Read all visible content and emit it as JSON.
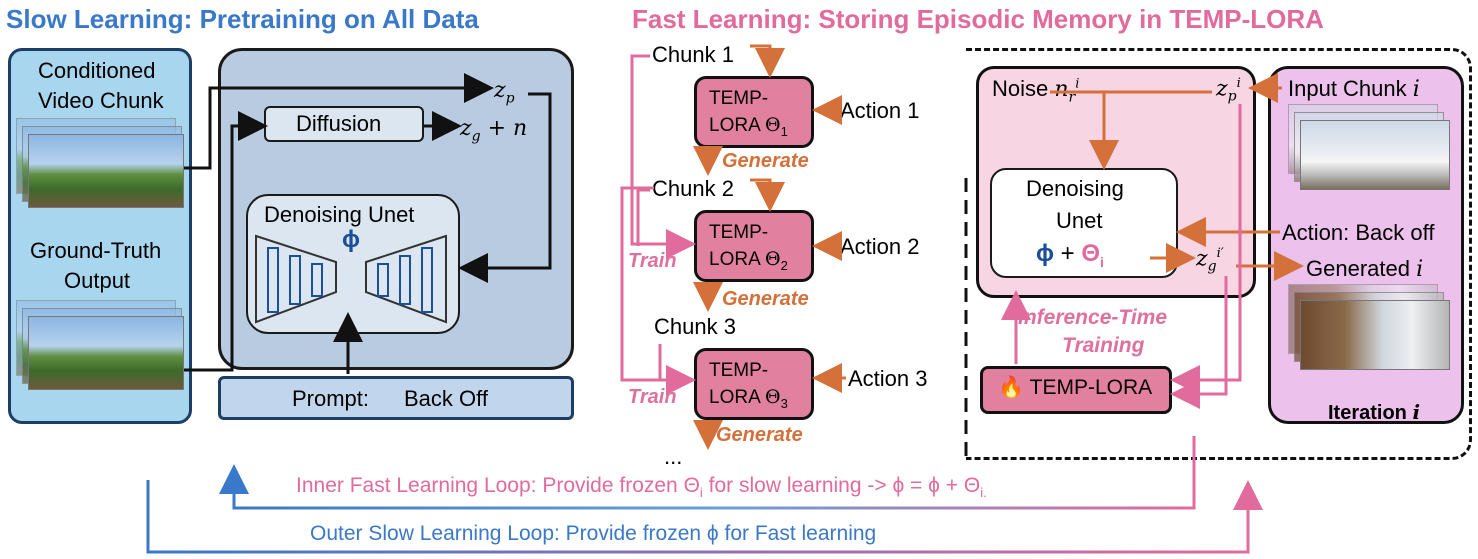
{
  "titles": {
    "slow": "Slow Learning: Pretraining on All Data",
    "fast": "Fast Learning: Storing Episodic Memory in TEMP-LORA"
  },
  "colors": {
    "blue": "#3a78c9",
    "pink": "#e16b9c",
    "orange": "#d4703a"
  },
  "slow": {
    "conditioned_line1": "Conditioned",
    "conditioned_line2": "Video Chunk",
    "gt_line1": "Ground-Truth",
    "gt_line2": "Output",
    "diffusion": "Diffusion",
    "zp": "z",
    "zp_sub": "p",
    "zg": "z",
    "zg_sub": "g",
    "zg_plus": "+ n",
    "unet_title": "Denoising Unet",
    "phi": "ϕ",
    "prompt_label": "Prompt:",
    "prompt_value": "Back Off"
  },
  "fast": {
    "chunks": [
      "Chunk 1",
      "Chunk 2",
      "Chunk 3"
    ],
    "actions": [
      "Action 1",
      "Action 2",
      "Action 3"
    ],
    "generate": "Generate",
    "train": "Train",
    "temp": "TEMP-",
    "lora": "LORA",
    "thetas": [
      "Θ",
      "Θ",
      "Θ"
    ],
    "theta_subs": [
      "1",
      "2",
      "3"
    ],
    "ellipsis": "..."
  },
  "iter": {
    "noise": "Noise",
    "noise_sym": "n",
    "input_chunk": "Input Chunk",
    "i": "i",
    "denoising": "Denoising",
    "unet": "Unet",
    "phi": "ϕ",
    "plus": "+",
    "theta_i": "Θ",
    "theta_i_sub": "i",
    "action": "Action: Back off",
    "generated": "Generated",
    "inference1": "Inference-Time",
    "inference2": "Training",
    "templora": "TEMP-LORA",
    "fire": "🔥",
    "iteration": "Iteration",
    "zp": "z",
    "zg": "z",
    "zg_prime": "′"
  },
  "loops": {
    "inner": "Inner Fast Learning Loop: Provide frozen Θ",
    "inner_sub": "i",
    "inner_rest": " for slow learning -> ϕ = ϕ + Θ",
    "inner_sub2": "i.",
    "outer": "Outer Slow Learning Loop: Provide frozen ϕ for Fast learning"
  }
}
